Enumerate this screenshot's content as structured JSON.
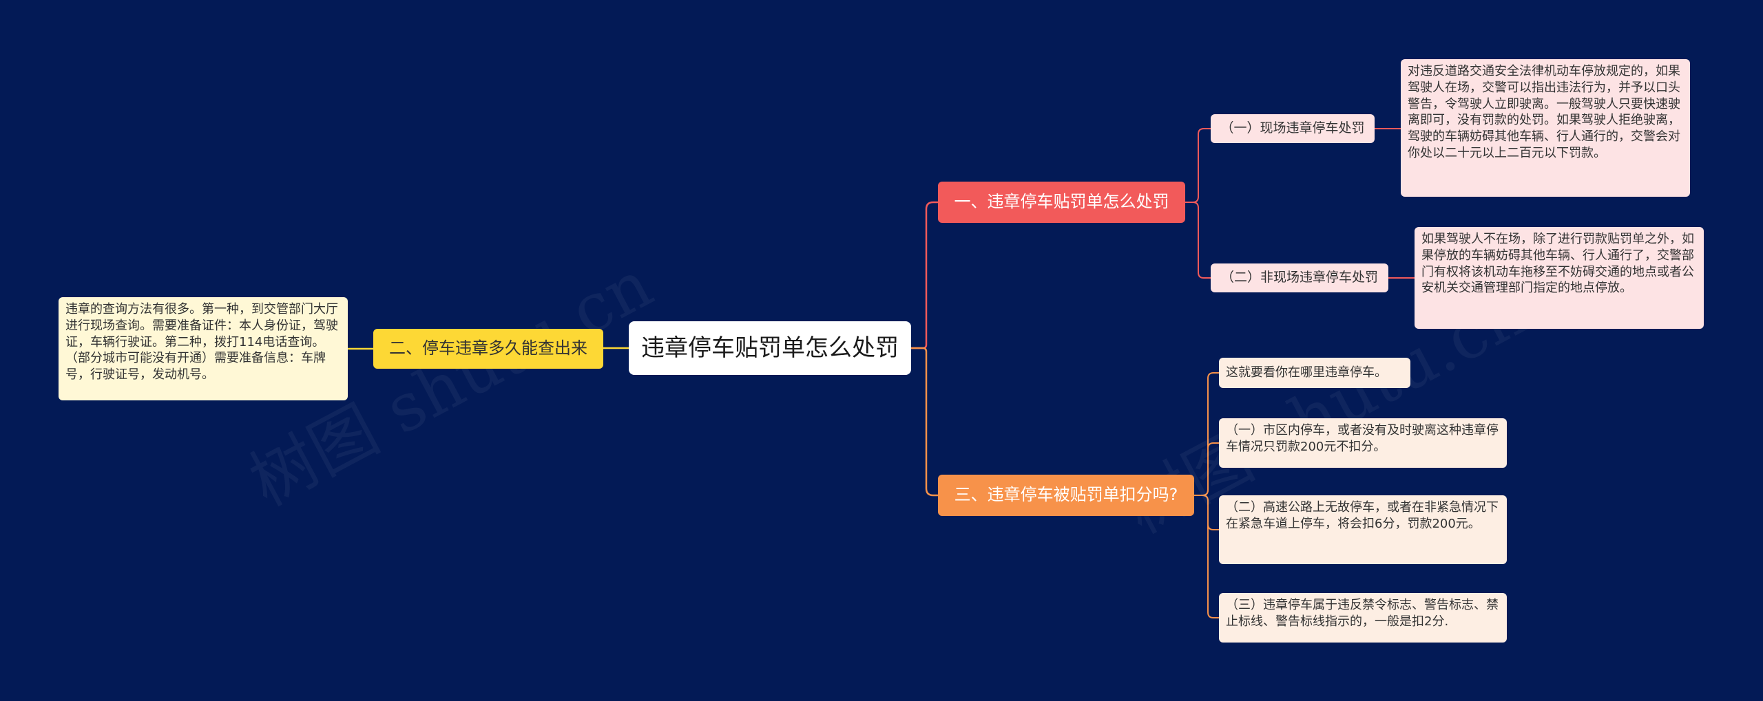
{
  "root": {
    "label": "违章停车贴罚单怎么处罚"
  },
  "branches": {
    "b1": {
      "label": "一、违章停车贴罚单怎么处罚",
      "subs": [
        {
          "label": "（一）现场违章停车处罚",
          "text": "对违反道路交通安全法律机动车停放规定的，如果驾驶人在场，交警可以指出违法行为，并予以口头警告，令驾驶人立即驶离。一般驾驶人只要快速驶离即可，没有罚款的处罚。如果驾驶人拒绝驶离，驾驶的车辆妨碍其他车辆、行人通行的，交警会对你处以二十元以上二百元以下罚款。"
        },
        {
          "label": "（二）非现场违章停车处罚",
          "text": "如果驾驶人不在场，除了进行罚款贴罚单之外，如果停放的车辆妨碍其他车辆、行人通行了，交警部门有权将该机动车拖移至不妨碍交通的地点或者公安机关交通管理部门指定的地点停放。"
        }
      ]
    },
    "b2": {
      "label": "二、停车违章多久能查出来",
      "text": "违章的查询方法有很多。第一种，到交管部门大厅进行现场查询。需要准备证件：本人身份证，驾驶证，车辆行驶证。第二种，拨打114电话查询。（部分城市可能没有开通）需要准备信息：车牌号，行驶证号，发动机号。"
    },
    "b3": {
      "label": "三、违章停车被贴罚单扣分吗?",
      "items": [
        "这就要看你在哪里违章停车。",
        "（一）市区内停车，或者没有及时驶离这种违章停车情况只罚款200元不扣分。",
        "（二）高速公路上无故停车，或者在非紧急情况下在紧急车道上停车，将会扣6分，罚款200元。",
        "（三）违章停车属于违反禁令标志、警告标志、禁止标线、警告标线指示的，一般是扣2分."
      ]
    }
  },
  "watermark": {
    "text": "树图 shutu.cn"
  },
  "colors": {
    "background": "#031a56",
    "branch1": "#f25a5a",
    "branch2": "#fdd835",
    "branch3": "#f7924a"
  }
}
